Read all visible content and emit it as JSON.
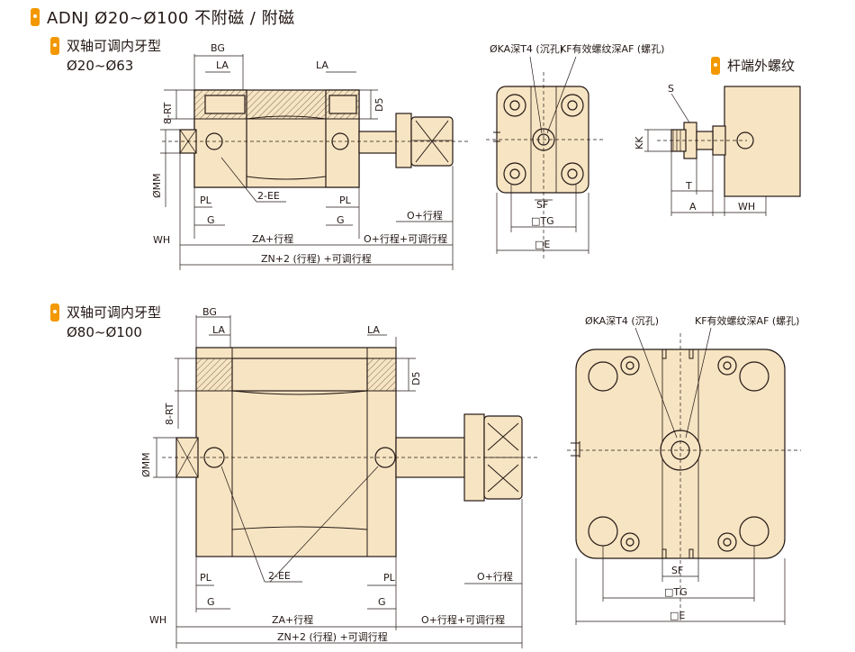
{
  "header": {
    "title": "ADNJ   Ø20~Ø100 不附磁 / 附磁"
  },
  "section1": {
    "title": "双轴可调内牙型",
    "range": "Ø20~Ø63"
  },
  "section2": {
    "title": "双轴可调内牙型",
    "range": "Ø80~Ø100"
  },
  "section3": {
    "title": "杆端外螺纹"
  },
  "labels": {
    "bg": "BG",
    "la": "LA",
    "rt": "8-RT",
    "d5": "D5",
    "mm": "ØMM",
    "pl": "PL",
    "ee": "2-EE",
    "g": "G",
    "wh": "WH",
    "za": "ZA+行程",
    "o": "O+行程",
    "o_adj": "O+行程+可调行程",
    "zn": "ZN+2 (行程) +可调行程",
    "ka": "ØKA深T4 (沉孔)",
    "kf": "KF有效螺纹深AF (螺孔)",
    "sf": "SF",
    "tg": "□TG",
    "e": "□E",
    "s": "S",
    "kk": "KK",
    "t": "T",
    "a": "A"
  },
  "colors": {
    "body": "#f7e4c2",
    "accent": "#f39800",
    "line": "#231815"
  }
}
